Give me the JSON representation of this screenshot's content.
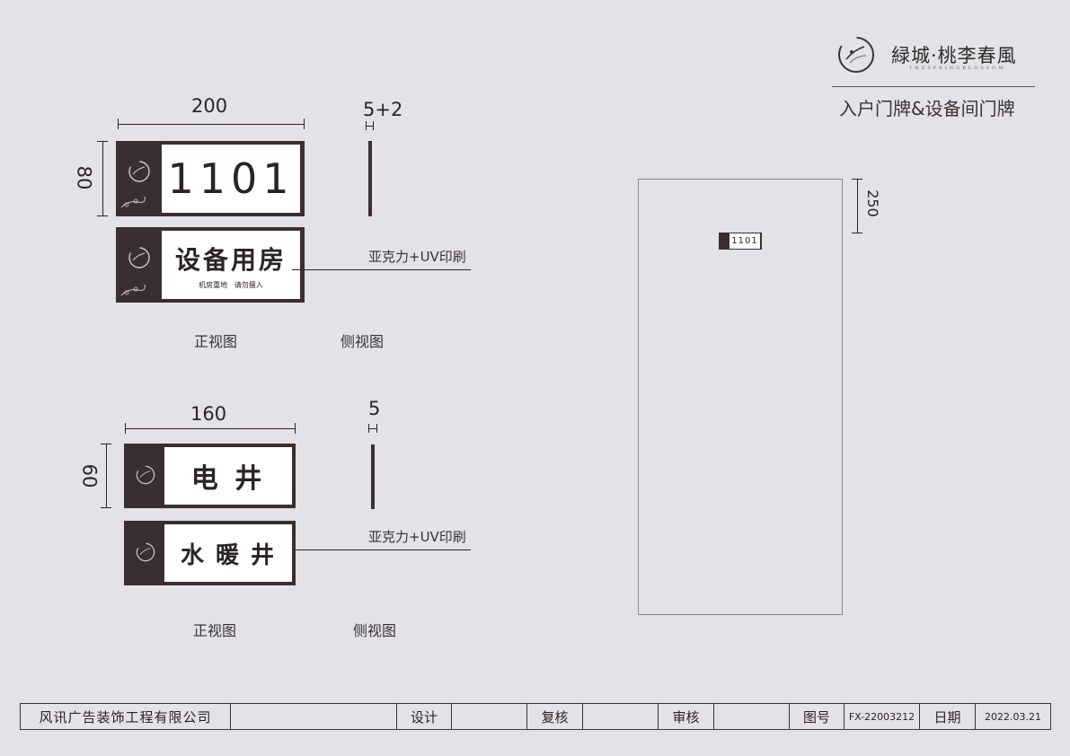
{
  "brand": {
    "name": "緑城·桃李春風",
    "subtitle": "THESPRINGBLOSSOM",
    "doc_title": "入户门牌&设备间门牌"
  },
  "group_a": {
    "width_dim": "200",
    "height_dim": "80",
    "thickness_dim": "5+2",
    "sign1_text": "1101",
    "sign2_text": "设备用房",
    "sign2_subtext": "机房重地   请勿擅入",
    "material": "亚克力+UV印刷",
    "front_label": "正视图",
    "side_label": "侧视图"
  },
  "group_b": {
    "width_dim": "160",
    "height_dim": "60",
    "thickness_dim": "5",
    "sign1_text": "电 井",
    "sign2_text": "水 暖 井",
    "material": "亚克力+UV印刷",
    "front_label": "正视图",
    "side_label": "侧视图"
  },
  "door": {
    "height_dim": "250",
    "plate_text": "1101"
  },
  "title_block": {
    "company": "风讯广告装饰工程有限公司",
    "design_label": "设计",
    "review_label": "复核",
    "approve_label": "审核",
    "drawing_no_label": "图号",
    "drawing_no": "FX-22003212",
    "date_label": "日期",
    "date": "2022.03.21"
  },
  "colors": {
    "background": "#e3e2e6",
    "sign_frame": "#3a2f30",
    "sign_panel": "#ffffff",
    "text": "#2b2426"
  }
}
